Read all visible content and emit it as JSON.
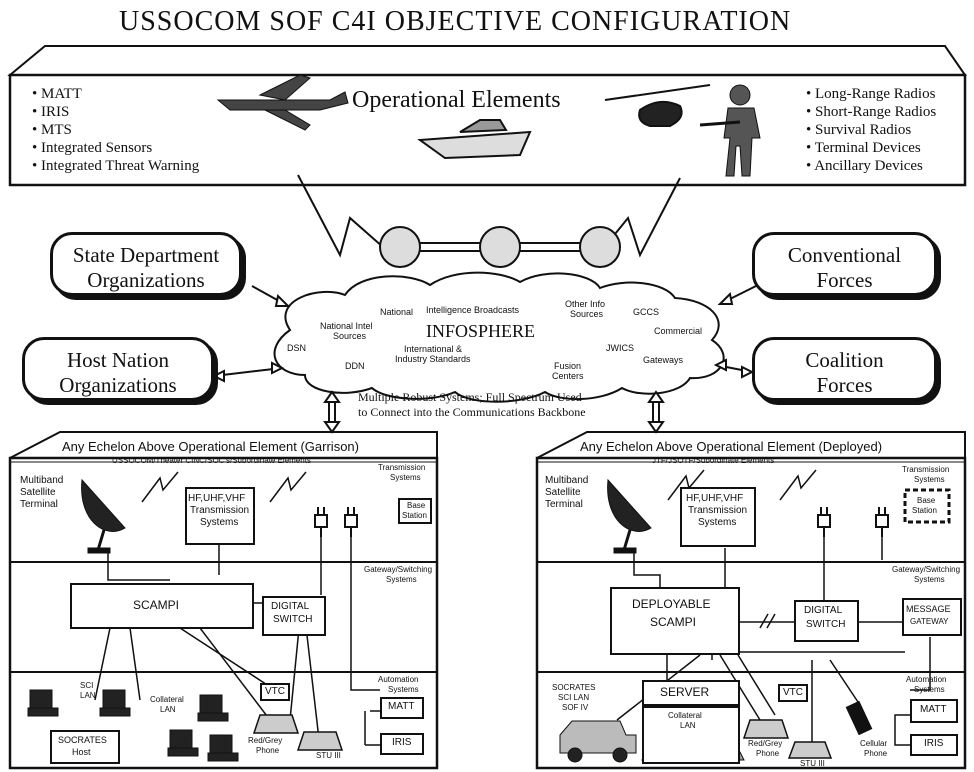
{
  "title": "USSOCOM SOF C4I OBJECTIVE CONFIGURATION",
  "top": {
    "heading": "Operational Elements",
    "left_items": [
      "MATT",
      "IRIS",
      "MTS",
      "Integrated Sensors",
      "Integrated Threat Warning"
    ],
    "right_items": [
      "Long-Range Radios",
      "Short-Range Radios",
      "Survival Radios",
      "Terminal Devices",
      "Ancillary Devices"
    ]
  },
  "orgs": {
    "state_dept_1": "State Department",
    "state_dept_2": "Organizations",
    "host_nation_1": "Host Nation",
    "host_nation_2": "Organizations",
    "conventional_1": "Conventional",
    "conventional_2": "Forces",
    "coalition_1": "Coalition",
    "coalition_2": "Forces"
  },
  "cloud": {
    "title": "INFOSPHERE",
    "national": "National",
    "intel_broadcasts": "Intelligence Broadcasts",
    "other_info_1": "Other Info",
    "other_info_2": "Sources",
    "gccs": "GCCS",
    "national_intel_1": "National Intel",
    "national_intel_2": "Sources",
    "commercial": "Commercial",
    "dsn": "DSN",
    "intl_1": "International &",
    "intl_2": "Industry Standards",
    "jwics": "JWICS",
    "ddn": "DDN",
    "fusion_1": "Fusion",
    "fusion_2": "Centers",
    "gateways": "Gateways"
  },
  "backbone_1": "Multiple Robust Systems; Full Spectrum Used",
  "backbone_2": "to Connect into the Communications Backbone",
  "garrison": {
    "header": "Any Echelon Above Operational Element (Garrison)",
    "subheader": "USSOCOM/Theater CINC/SOC's/Subordinate Elements",
    "satellite_1": "Multiband",
    "satellite_2": "Satellite",
    "satellite_3": "Terminal",
    "hf_1": "HF,UHF,VHF",
    "hf_2": "Transmission",
    "hf_3": "Systems",
    "transmission_1": "Transmission",
    "transmission_2": "Systems",
    "base_1": "Base",
    "base_2": "Station",
    "gateway_1": "Gateway/Switching",
    "gateway_2": "Systems",
    "scampi": "SCAMPI",
    "digital_1": "DIGITAL",
    "digital_2": "SWITCH",
    "automation_1": "Automation",
    "automation_2": "Systems",
    "sci_1": "SCI",
    "sci_2": "LAN",
    "collateral_1": "Collateral",
    "collateral_2": "LAN",
    "vtc": "VTC",
    "socrates_1": "SOCRATES",
    "socrates_2": "Host",
    "redgrey_1": "Red/Grey",
    "redgrey_2": "Phone",
    "stu": "STU III",
    "matt": "MATT",
    "iris": "IRIS"
  },
  "deployed": {
    "header": "Any Echelon Above Operational Element (Deployed)",
    "subheader": "JTF/JSOTF/Subordinate Elements",
    "satellite_1": "Multiband",
    "satellite_2": "Satellite",
    "satellite_3": "Terminal",
    "hf_1": "HF,UHF,VHF",
    "hf_2": "Transmission",
    "hf_3": "Systems",
    "transmission_1": "Transmission",
    "transmission_2": "Systems",
    "base_1": "Base",
    "base_2": "Station",
    "gateway_1": "Gateway/Switching",
    "gateway_2": "Systems",
    "deployable_1": "DEPLOYABLE",
    "deployable_2": "SCAMPI",
    "digital_1": "DIGITAL",
    "digital_2": "SWITCH",
    "message_1": "MESSAGE",
    "message_2": "GATEWAY",
    "automation_1": "Automation",
    "automation_2": "Systems",
    "socrates_1": "SOCRATES",
    "socrates_2": "SCI LAN",
    "socrates_3": "SOF IV",
    "server": "SERVER",
    "vtc": "VTC",
    "collateral_1": "Collateral",
    "collateral_2": "LAN",
    "redgrey_1": "Red/Grey",
    "redgrey_2": "Phone",
    "stu": "STU III",
    "cellular_1": "Cellular",
    "cellular_2": "Phone",
    "matt": "MATT",
    "iris": "IRIS"
  }
}
